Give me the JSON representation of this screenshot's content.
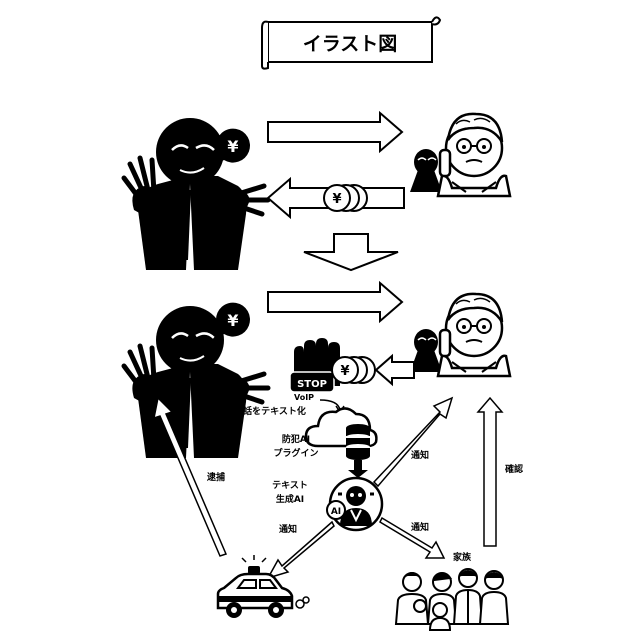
{
  "title": "イラスト図",
  "labels": {
    "voip_line1": "VoIP",
    "voip_line2": "通話をテキスト化",
    "plugin_line1": "防犯AI",
    "plugin_line2": "プラグイン",
    "textgen_line1": "テキスト",
    "textgen_line2": "生成AI",
    "ai_badge": "AI",
    "stop": "STOP",
    "arrest": "逮捕",
    "notify_police": "通知",
    "notify_elder": "通知",
    "notify_family": "通知",
    "confirm": "確認",
    "family": "家族"
  },
  "symbols": {
    "yen": "¥"
  },
  "icons": [
    "scammer-silhouette",
    "elderly-woman-phone",
    "yen-coins",
    "stop-hand-icon",
    "cloud-icon",
    "database-icon",
    "robot-ai-icon",
    "police-car-icon",
    "family-group-icon"
  ],
  "colors": {
    "ink": "#000000",
    "paper": "#ffffff"
  }
}
